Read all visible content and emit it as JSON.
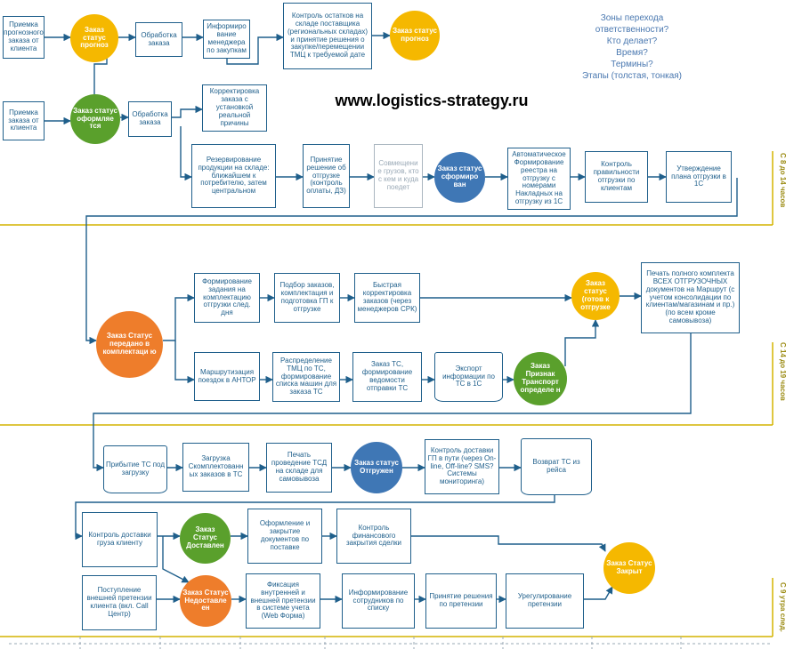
{
  "website": "www.logistics-strategy.ru",
  "questions": [
    "Зоны перехода",
    "ответственности?",
    "Кто делает?",
    "Время?",
    "Термины?",
    "Этапы (толстая, тонкая)"
  ],
  "zones": [
    "С 8 до 14 часов",
    "С 14 до 19 часов",
    "С 9 утра след."
  ],
  "colors": {
    "line": "#1f5f8b",
    "yellow": "#f5b800",
    "green": "#5aa02c",
    "blue": "#3f77b5",
    "orange": "#ee7d2b",
    "zone": "#d4b400"
  },
  "boxes": [
    {
      "id": "b_prog_order",
      "text": "Приемка прогнозного заказа от клиента"
    },
    {
      "id": "b_proc1",
      "text": "Обработка заказа"
    },
    {
      "id": "b_inform_mgr",
      "text": "Информиро вание менеджера по закупкам"
    },
    {
      "id": "b_stock_ctrl",
      "text": "Контроль остатков на складе поставщика (региональных складах) и принятие решения о закупке/перемещении ТМЦ к требуемой дате"
    },
    {
      "id": "b_order_recv",
      "text": "Приемка заказа от клиента"
    },
    {
      "id": "b_proc2",
      "text": "Обработка заказа"
    },
    {
      "id": "b_correct",
      "text": "Корректировка заказа с установкой реальной причины"
    },
    {
      "id": "b_reserve",
      "text": "Резервирование продукции на складе: ближайшем к потребителю, затем центральном"
    },
    {
      "id": "b_decision",
      "text": "Принятие решение об отгрузке (контроль оплаты, ДЗ)"
    },
    {
      "id": "b_combine",
      "text": "Совмещени е грузов, кто с кем и куда поедет"
    },
    {
      "id": "b_auto_reg",
      "text": "Автоматическое Формирование реестра на отгрузку с номерами Накладных на отгрузку из 1С"
    },
    {
      "id": "b_ctrl_ship",
      "text": "Контроль правильности отгрузки по клиентам"
    },
    {
      "id": "b_approve",
      "text": "Утверждение плана отгрузки в 1С"
    },
    {
      "id": "b_task",
      "text": "Формирование задания на комплектацию отгрузки след. дня"
    },
    {
      "id": "b_pick",
      "text": "Подбор заказов, комплектация и подготовка ГП к отгрузке"
    },
    {
      "id": "b_quick",
      "text": "Быстрая корректировка заказов (через менеджеров СРК)"
    },
    {
      "id": "b_print_full",
      "text": "Печать полного комплекта ВСЕХ ОТГРУЗОЧНЫХ документов на Маршрут (с учетом консолидации по клиентам/магазинам и пр.) (по всем кроме самовывоза)"
    },
    {
      "id": "b_route",
      "text": "Маршрутизация поездок в АНТОР"
    },
    {
      "id": "b_distrib",
      "text": "Распределение ТМЦ по ТС, формирование списка машин для заказа ТС"
    },
    {
      "id": "b_order_ts",
      "text": "Заказ ТС, формирование ведомости отправки ТС"
    },
    {
      "id": "b_export",
      "text": "Экспорт информации по ТС в 1С"
    },
    {
      "id": "b_arrival",
      "text": "Прибытие ТС под загрузку"
    },
    {
      "id": "b_load",
      "text": "Загрузка Скомплектованн ых заказов в ТС"
    },
    {
      "id": "b_print_tsd",
      "text": "Печать проведение ТСД на складе для самовывоза"
    },
    {
      "id": "b_track",
      "text": "Контроль доставки ГП в пути (через On-line, Off-line? SMS? Системы мониторинга)"
    },
    {
      "id": "b_return",
      "text": "Возврат ТС из рейса"
    },
    {
      "id": "b_deliv_ctrl",
      "text": "Контроль доставки груза клиенту"
    },
    {
      "id": "b_docs",
      "text": "Оформление и закрытие документов по поставке"
    },
    {
      "id": "b_fin",
      "text": "Контроль финансового закрытия сделки"
    },
    {
      "id": "b_claim_recv",
      "text": "Поступление внешней претензии клиента (вкл. Call Центр)"
    },
    {
      "id": "b_claim_fix",
      "text": "Фиксация внутренней и внешней претензии в системе учета (Web Форма)"
    },
    {
      "id": "b_inform_staff",
      "text": "Информирование сотрудников по списку"
    },
    {
      "id": "b_claim_dec",
      "text": "Принятие решения по претензии"
    },
    {
      "id": "b_settle",
      "text": "Урегулирование претензии"
    }
  ],
  "circles": [
    {
      "id": "c_urgent",
      "text": "Заказ статус прогноз"
    },
    {
      "id": "c_prognoz",
      "text": "Заказ статус прогноз"
    },
    {
      "id": "c_formed",
      "text": "Заказ статус оформляе тся"
    },
    {
      "id": "c_sformir",
      "text": "Заказ статус сформиро ван"
    },
    {
      "id": "c_ready",
      "text": "Заказ статус (готов к отгрузке"
    },
    {
      "id": "c_passed",
      "text": "Заказ Статус передано в комплектаци ю"
    },
    {
      "id": "c_ts",
      "text": "Заказ Признак Транспорт определе н"
    },
    {
      "id": "c_shipped",
      "text": "Заказ статус Отгружен"
    },
    {
      "id": "c_delivered",
      "text": "Заказ Статус Доставлен"
    },
    {
      "id": "c_short",
      "text": "Заказ Статус Недоставле ен"
    },
    {
      "id": "c_closed",
      "text": "Заказ Статус Закрыт"
    }
  ]
}
